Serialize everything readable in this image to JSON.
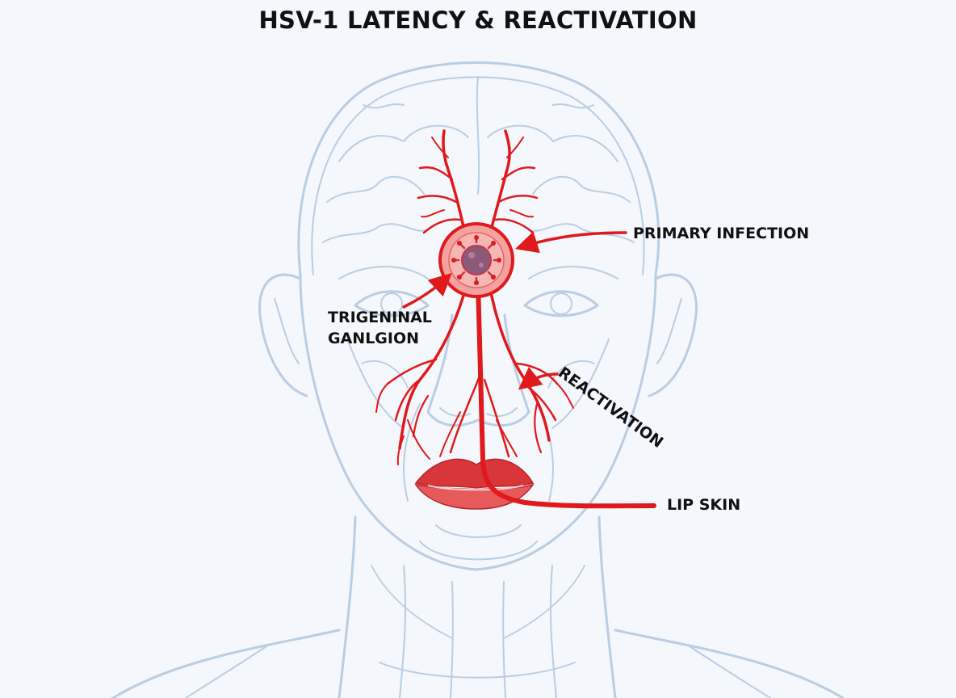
{
  "title": "HSV-1 LATENCY & REACTIVATION",
  "labels": {
    "primary_infection": "PRIMARY INFECTION",
    "trigeminal_line1": "TRIGENINAL",
    "trigeminal_line2": "GANLGION",
    "reactivation": "REACTIVATION",
    "lip_skin": "LIP SKIN"
  },
  "colors": {
    "nerve": "#e0191c",
    "outline": "#b9cde3",
    "background": "#f4f7fb",
    "ganglion_fill": "#f08a87",
    "virus": "#8a5a78",
    "lips": "#d9363a"
  },
  "icons": {
    "virus": "virus-icon",
    "ganglion": "ganglion-icon"
  }
}
